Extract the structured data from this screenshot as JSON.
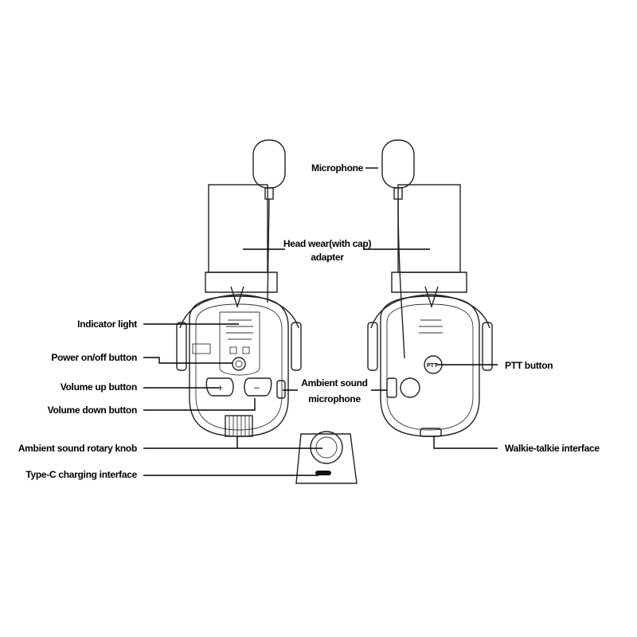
{
  "labels": {
    "microphone": "Microphone",
    "head_wear_line1": "Head wear(with cap)",
    "head_wear_line2": "adapter",
    "indicator_light": "Indicator light",
    "power_button": "Power on/off button",
    "volume_up": "Volume up button",
    "volume_down": "Volume down button",
    "rotary_knob": "Ambient sound rotary knob",
    "type_c": "Type-C charging interface",
    "ambient_mic_line1": "Ambient sound",
    "ambient_mic_line2": "microphone",
    "ptt_button": "PTT button",
    "walkie_talkie": "Walkie-talkie interface"
  },
  "colors": {
    "line": "#000000",
    "background": "#ffffff"
  }
}
